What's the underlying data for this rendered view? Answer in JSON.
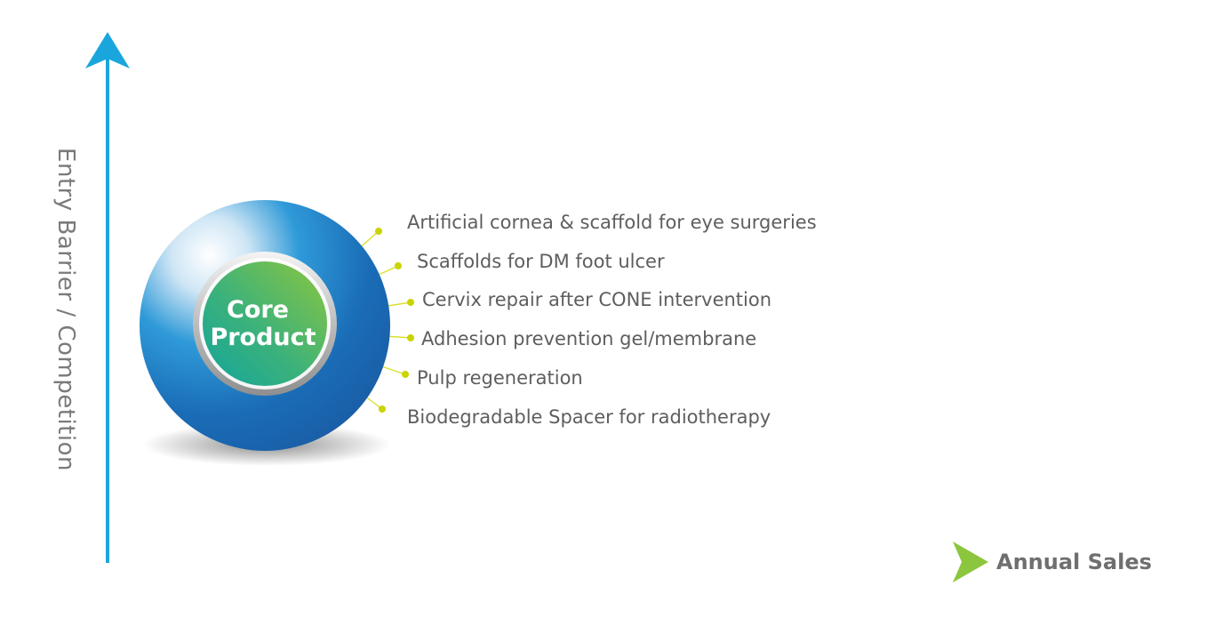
{
  "axes": {
    "y_label": "Entry Barrier  /  Competition",
    "x_label": "Annual Sales",
    "y_color": "#1aa6dc",
    "x_color_start": "#1aa6dc",
    "x_color_end": "#8cc63e"
  },
  "core": {
    "line1": "Core",
    "line2": "Product",
    "outer_color": "#1b6db5",
    "inner_color_top": "#8cc63e",
    "inner_color_bottom": "#15a99a"
  },
  "applications": [
    {
      "label": "Artificial cornea & scaffold for eye surgeries"
    },
    {
      "label": "Scaffolds for DM  foot ulcer"
    },
    {
      "label": "Cervix repair  after CONE intervention"
    },
    {
      "label": "Adhesion prevention gel/membrane"
    },
    {
      "label": "Pulp regeneration"
    },
    {
      "label": "Biodegradable Spacer for radiotherapy"
    }
  ]
}
